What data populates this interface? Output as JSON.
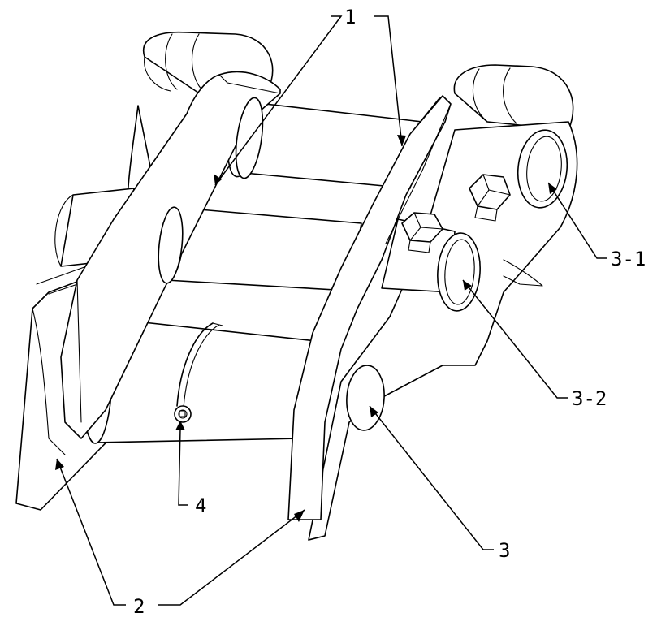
{
  "labels": {
    "part_1": "1",
    "part_2": "2",
    "part_3": "3",
    "part_3_1": "3-1",
    "part_3_2": "3-2",
    "part_4": "4"
  },
  "colors": {
    "line": "#000000",
    "background": "#ffffff"
  }
}
